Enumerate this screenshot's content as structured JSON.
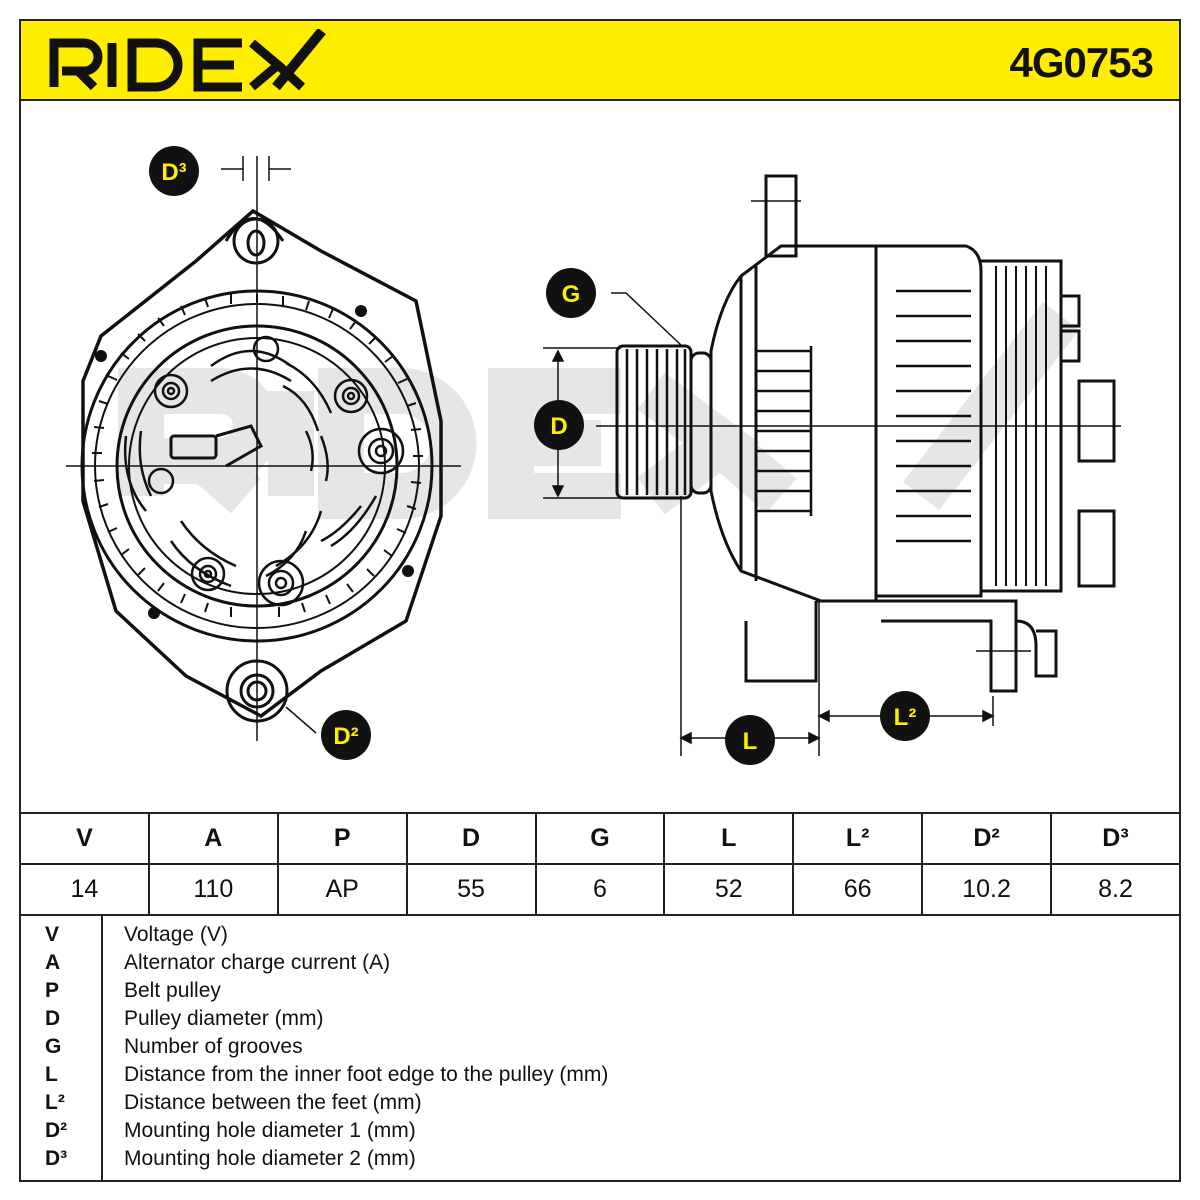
{
  "header": {
    "brand": "RIDEX",
    "part_number": "4G0753",
    "background_color": "#ffee00"
  },
  "callouts": {
    "d3": "D³",
    "g": "G",
    "d": "D",
    "d2": "D²",
    "l": "L",
    "l2": "L²"
  },
  "specs": {
    "headers": [
      "V",
      "A",
      "P",
      "D",
      "G",
      "L",
      "L²",
      "D²",
      "D³"
    ],
    "values": [
      "14",
      "110",
      "AP",
      "55",
      "6",
      "52",
      "66",
      "10.2",
      "8.2"
    ]
  },
  "legend": [
    {
      "key": "V",
      "desc": "Voltage (V)"
    },
    {
      "key": "A",
      "desc": "Alternator charge current (A)"
    },
    {
      "key": "P",
      "desc": "Belt pulley"
    },
    {
      "key": "D",
      "desc": "Pulley diameter (mm)"
    },
    {
      "key": "G",
      "desc": "Number of grooves"
    },
    {
      "key": "L",
      "desc": "Distance from the inner foot edge to the pulley (mm)"
    },
    {
      "key": "L²",
      "desc": "Distance between the feet (mm)"
    },
    {
      "key": "D²",
      "desc": "Mounting hole diameter 1 (mm)"
    },
    {
      "key": "D³",
      "desc": "Mounting hole diameter 2 (mm)"
    }
  ],
  "colors": {
    "accent": "#ffee00",
    "callout_fill": "#111111",
    "callout_text": "#ffee00",
    "line": "#111111"
  }
}
